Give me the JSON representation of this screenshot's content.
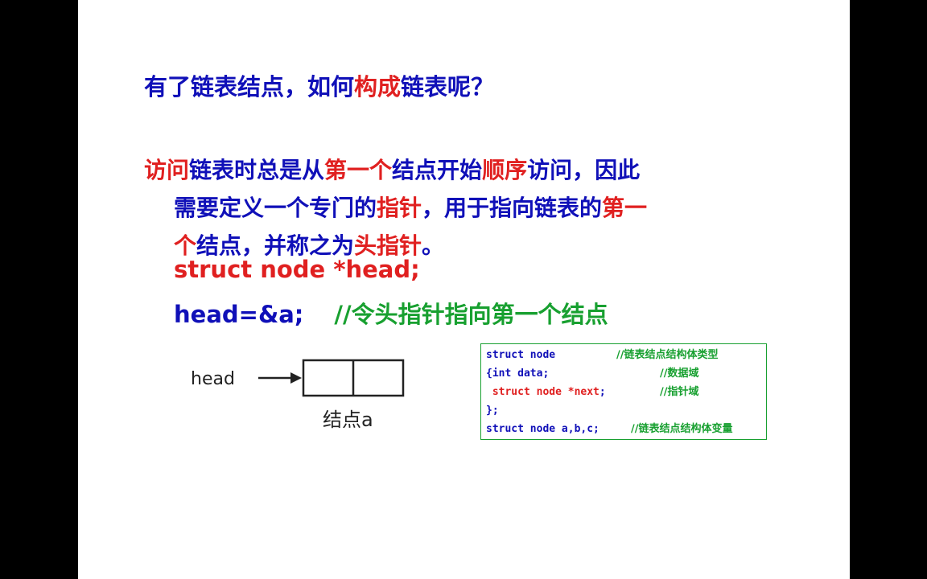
{
  "title": {
    "p1": "有了链表结点，如何",
    "p2": "构成",
    "p3": "链表呢？"
  },
  "paragraph": {
    "line1": {
      "s1": "访问",
      "s2": "链表时总是从",
      "s3": "第一个",
      "s4": "结点开始",
      "s5": "顺序",
      "s6": "访问，因此"
    },
    "line2": {
      "s1": "需要定义一个专门的",
      "s2": "指针",
      "s3": "，用于指向链表的",
      "s4": "第一"
    },
    "line3": {
      "s1": "个",
      "s2": "结点，并称之为",
      "s3": "头指针",
      "s4": "。"
    }
  },
  "code": {
    "line1": "struct node *head;",
    "line2": "head=&a;",
    "line2_comment": "//令头指针指向第一个结点"
  },
  "diagram": {
    "pointer_label": "head",
    "node_label": "结点a"
  },
  "codebox": {
    "rows": [
      {
        "code": "struct node",
        "comment": "//链表结点结构体类型"
      },
      {
        "code": "{int data;",
        "comment": "//数据域"
      },
      {
        "code_pre": " struct node ",
        "code_kw": "*next",
        "code_post": ";",
        "comment": "//指针域"
      },
      {
        "code": "};",
        "comment": ""
      },
      {
        "code": "struct node a,b,c;",
        "comment": "//链表结点结构体变量"
      }
    ]
  },
  "colors": {
    "blue_text": "#1010b8",
    "red_text": "#e02020",
    "green_text": "#18a030"
  }
}
